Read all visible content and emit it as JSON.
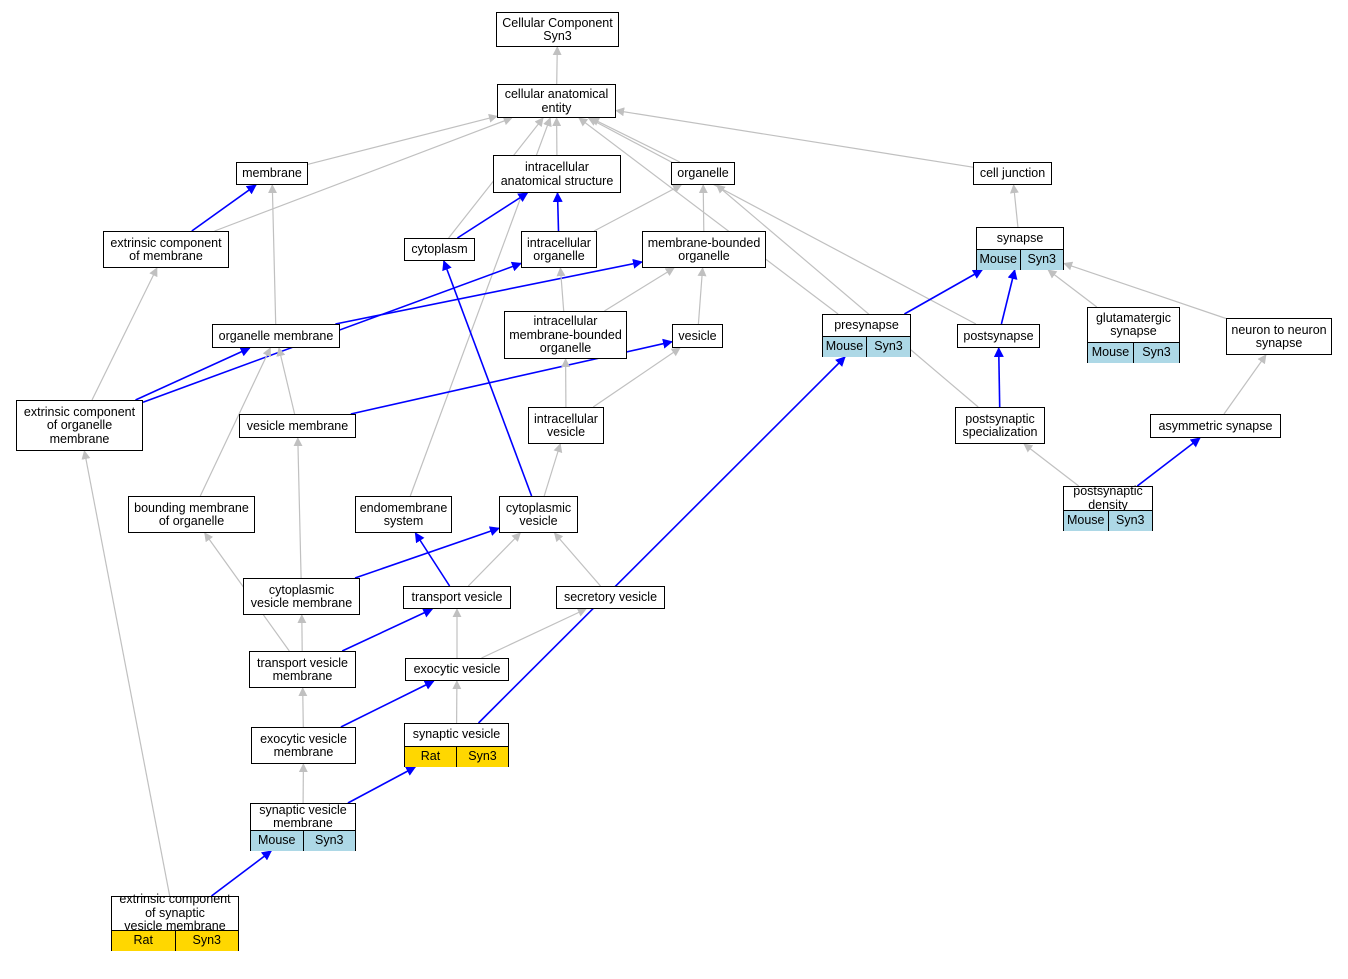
{
  "colors": {
    "gray_edge": "#c0c0c0",
    "blue_edge": "#0000ff",
    "mouse_tag": "#add8e6",
    "rat_tag": "#ffd700"
  },
  "nodes": {
    "cc": {
      "label": "Cellular Component\nSyn3"
    },
    "cae": {
      "label": "cellular anatomical\nentity"
    },
    "membrane": {
      "label": "membrane"
    },
    "ias": {
      "label": "intracellular\nanatomical structure"
    },
    "organelle": {
      "label": "organelle"
    },
    "celljunction": {
      "label": "cell junction"
    },
    "ecm": {
      "label": "extrinsic component\nof membrane"
    },
    "cytoplasm": {
      "label": "cytoplasm"
    },
    "io": {
      "label": "intracellular\norganelle"
    },
    "mbo": {
      "label": "membrane-bounded\norganelle"
    },
    "synapse": {
      "label": "synapse",
      "tags": [
        "Mouse",
        "Syn3"
      ]
    },
    "om": {
      "label": "organelle membrane"
    },
    "imbo": {
      "label": "intracellular\nmembrane-bounded\norganelle"
    },
    "vesicle": {
      "label": "vesicle"
    },
    "presynapse": {
      "label": "presynapse",
      "tags": [
        "Mouse",
        "Syn3"
      ]
    },
    "postsynapse": {
      "label": "postsynapse"
    },
    "glut": {
      "label": "glutamatergic\nsynapse",
      "tags": [
        "Mouse",
        "Syn3"
      ]
    },
    "n2n": {
      "label": "neuron to neuron\nsynapse"
    },
    "ecom": {
      "label": "extrinsic component\nof organelle\nmembrane"
    },
    "vm": {
      "label": "vesicle membrane"
    },
    "iv": {
      "label": "intracellular\nvesicle"
    },
    "pss": {
      "label": "postsynaptic\nspecialization"
    },
    "asym": {
      "label": "asymmetric synapse"
    },
    "bmo": {
      "label": "bounding membrane\nof organelle"
    },
    "ems": {
      "label": "endomembrane\nsystem"
    },
    "cv": {
      "label": "cytoplasmic\nvesicle"
    },
    "psd": {
      "label": "postsynaptic\ndensity",
      "tags": [
        "Mouse",
        "Syn3"
      ]
    },
    "cvm": {
      "label": "cytoplasmic\nvesicle membrane"
    },
    "tv": {
      "label": "transport vesicle"
    },
    "sv": {
      "label": "secretory vesicle"
    },
    "tvm": {
      "label": "transport vesicle\nmembrane"
    },
    "ev": {
      "label": "exocytic vesicle"
    },
    "evm": {
      "label": "exocytic vesicle\nmembrane"
    },
    "synv": {
      "label": "synaptic vesicle",
      "tags": [
        "Rat",
        "Syn3"
      ]
    },
    "svm": {
      "label": "synaptic vesicle\nmembrane",
      "tags": [
        "Mouse",
        "Syn3"
      ]
    },
    "ecsvm": {
      "label": "extrinsic component\nof synaptic\nvesicle membrane",
      "tags": [
        "Rat",
        "Syn3"
      ]
    }
  },
  "edges": [
    {
      "from": "cae",
      "to": "cc",
      "type": "is_a"
    },
    {
      "from": "membrane",
      "to": "cae",
      "type": "is_a"
    },
    {
      "from": "ias",
      "to": "cae",
      "type": "is_a"
    },
    {
      "from": "organelle",
      "to": "cae",
      "type": "is_a"
    },
    {
      "from": "celljunction",
      "to": "cae",
      "type": "is_a"
    },
    {
      "from": "ecm",
      "to": "cae",
      "type": "is_a"
    },
    {
      "from": "cytoplasm",
      "to": "cae",
      "type": "is_a"
    },
    {
      "from": "ems",
      "to": "cae",
      "type": "is_a"
    },
    {
      "from": "presynapse",
      "to": "cae",
      "type": "is_a"
    },
    {
      "from": "postsynapse",
      "to": "cae",
      "type": "is_a"
    },
    {
      "from": "ecm",
      "to": "membrane",
      "type": "part_of"
    },
    {
      "from": "cytoplasm",
      "to": "ias",
      "type": "part_of"
    },
    {
      "from": "io",
      "to": "ias",
      "type": "part_of"
    },
    {
      "from": "io",
      "to": "organelle",
      "type": "is_a"
    },
    {
      "from": "mbo",
      "to": "organelle",
      "type": "is_a"
    },
    {
      "from": "pss",
      "to": "organelle",
      "type": "is_a"
    },
    {
      "from": "synapse",
      "to": "celljunction",
      "type": "is_a"
    },
    {
      "from": "om",
      "to": "membrane",
      "type": "is_a"
    },
    {
      "from": "om",
      "to": "mbo",
      "type": "part_of"
    },
    {
      "from": "imbo",
      "to": "io",
      "type": "is_a"
    },
    {
      "from": "imbo",
      "to": "mbo",
      "type": "is_a"
    },
    {
      "from": "vesicle",
      "to": "mbo",
      "type": "is_a"
    },
    {
      "from": "presynapse",
      "to": "synapse",
      "type": "part_of"
    },
    {
      "from": "postsynapse",
      "to": "synapse",
      "type": "part_of"
    },
    {
      "from": "glut",
      "to": "synapse",
      "type": "is_a"
    },
    {
      "from": "n2n",
      "to": "synapse",
      "type": "is_a"
    },
    {
      "from": "ecom",
      "to": "ecm",
      "type": "is_a"
    },
    {
      "from": "ecom",
      "to": "om",
      "type": "part_of"
    },
    {
      "from": "ecom",
      "to": "io",
      "type": "part_of"
    },
    {
      "from": "vm",
      "to": "om",
      "type": "is_a"
    },
    {
      "from": "vm",
      "to": "vesicle",
      "type": "part_of"
    },
    {
      "from": "iv",
      "to": "imbo",
      "type": "is_a"
    },
    {
      "from": "iv",
      "to": "vesicle",
      "type": "is_a"
    },
    {
      "from": "pss",
      "to": "postsynapse",
      "type": "part_of"
    },
    {
      "from": "asym",
      "to": "n2n",
      "type": "is_a"
    },
    {
      "from": "bmo",
      "to": "om",
      "type": "is_a"
    },
    {
      "from": "cv",
      "to": "iv",
      "type": "is_a"
    },
    {
      "from": "cv",
      "to": "cytoplasm",
      "type": "part_of"
    },
    {
      "from": "psd",
      "to": "pss",
      "type": "is_a"
    },
    {
      "from": "psd",
      "to": "asym",
      "type": "part_of"
    },
    {
      "from": "cvm",
      "to": "vm",
      "type": "is_a"
    },
    {
      "from": "cvm",
      "to": "cv",
      "type": "part_of"
    },
    {
      "from": "tv",
      "to": "cv",
      "type": "is_a"
    },
    {
      "from": "tv",
      "to": "ems",
      "type": "part_of"
    },
    {
      "from": "sv",
      "to": "cv",
      "type": "is_a"
    },
    {
      "from": "tvm",
      "to": "cvm",
      "type": "is_a"
    },
    {
      "from": "tvm",
      "to": "bmo",
      "type": "is_a"
    },
    {
      "from": "tvm",
      "to": "tv",
      "type": "part_of"
    },
    {
      "from": "ev",
      "to": "tv",
      "type": "is_a"
    },
    {
      "from": "ev",
      "to": "sv",
      "type": "is_a"
    },
    {
      "from": "evm",
      "to": "tvm",
      "type": "is_a"
    },
    {
      "from": "evm",
      "to": "ev",
      "type": "part_of"
    },
    {
      "from": "synv",
      "to": "ev",
      "type": "is_a"
    },
    {
      "from": "synv",
      "to": "presynapse",
      "type": "part_of"
    },
    {
      "from": "svm",
      "to": "evm",
      "type": "is_a"
    },
    {
      "from": "svm",
      "to": "synv",
      "type": "part_of"
    },
    {
      "from": "ecsvm",
      "to": "ecom",
      "type": "is_a"
    },
    {
      "from": "ecsvm",
      "to": "svm",
      "type": "part_of"
    }
  ]
}
